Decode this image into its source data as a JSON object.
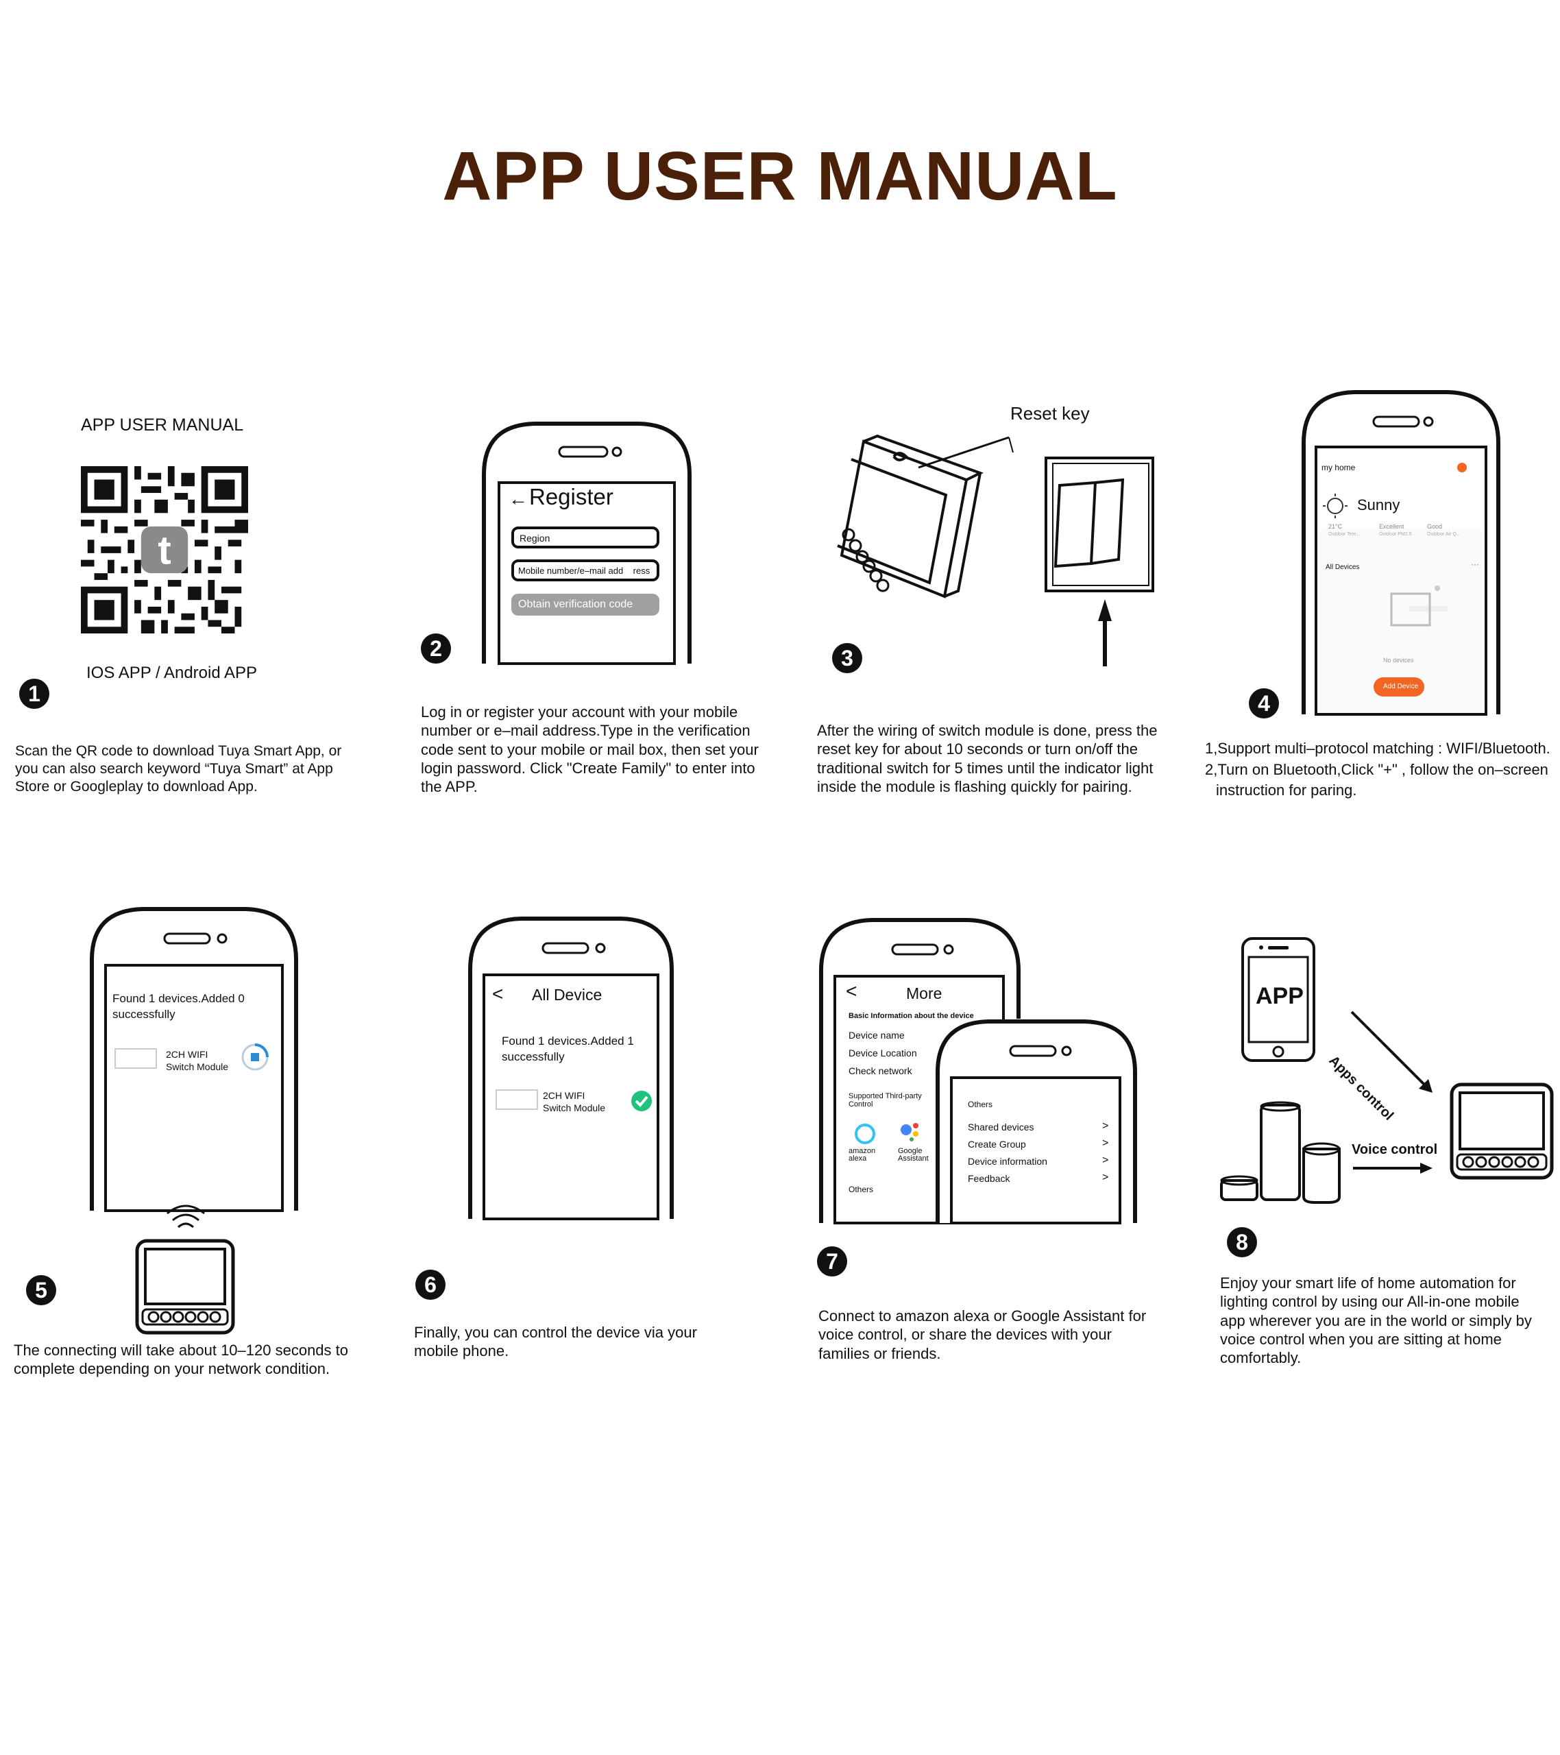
{
  "page": {
    "title": "APP USER MANUAL",
    "title_color": "#4a2008"
  },
  "steps": [
    {
      "num": "1",
      "header": "APP USER MANUAL",
      "qr_caption": "IOS APP / Android APP",
      "text": "Scan the QR code to download Tuya Smart App, or you can also search keyword “Tuya Smart” at App Store or Googleplay to download App."
    },
    {
      "num": "2",
      "text": "Log in or register your account with your mobile number or e–mail address.Type in the verification code sent to your mobile or mail box, then set your login password. Click \"Create Family\" to enter into the APP.",
      "screen": {
        "title": "Register",
        "region_placeholder": "Region",
        "mobile_placeholder": "Mobile number/e–mail add    ress",
        "code_button": "Obtain verification code"
      }
    },
    {
      "num": "3",
      "reset_label": "Reset key",
      "text": "After the wiring of switch module is done, press the reset key for about 10 seconds or turn on/off the traditional switch for 5 times until the indicator light inside the module is flashing quickly for pairing."
    },
    {
      "num": "4",
      "line1": "1,Support multi–protocol matching : WIFI/Bluetooth.",
      "line2": "2,Turn on Bluetooth,Click \"+\" , follow the on–screen",
      "line3": "instruction for paring.",
      "screen": {
        "home": "my home",
        "weather": "Sunny",
        "temp": "21°C",
        "temp_label": "Outdoor Tem...",
        "pm": "Excellent",
        "pm_label": "Outdoor PM2.5",
        "air": "Good",
        "air_label": "Outdoor Air Q...",
        "all_devices": "All Devices",
        "no_devices": "No devices",
        "add_device": "Add Device",
        "accent": "#f26522"
      }
    },
    {
      "num": "5",
      "text": "The connecting will take about 10–120 seconds to complete depending on your network condition.",
      "screen": {
        "found": "Found 1 devices.Added 0 successfully",
        "device_line1": "2CH WIFI",
        "device_line2": "Switch Module"
      }
    },
    {
      "num": "6",
      "text": "Finally, you can control  the device via your mobile phone.",
      "screen": {
        "title": "All Device",
        "found": "Found 1 devices.Added 1 successfully",
        "device_line1": "2CH WIFI",
        "device_line2": "Switch Module",
        "check_color": "#1fc37d"
      }
    },
    {
      "num": "7",
      "text": "Connect to amazon alexa or Google Assistant for voice control, or share the devices with your families or friends.",
      "screen_back": {
        "title": "More",
        "section": "Basic Information about the device",
        "items": [
          "Device name",
          "Device Location",
          "Check network"
        ],
        "third_party": "Supported Third-party Control",
        "alexa": "amazon alexa",
        "google": "Google Assistant",
        "others": "Others"
      },
      "screen_front": {
        "others": "Others",
        "items": [
          "Shared devices",
          "Create Group",
          "Device information",
          "Feedback"
        ]
      }
    },
    {
      "num": "8",
      "app_label": "APP",
      "apps_control": "Apps control",
      "voice_control": "Voice control",
      "text": "Enjoy your smart life of home automation for lighting control by using our All-in-one mobile app wherever you are in the world or simply by voice control when you are sitting at home comfortably."
    }
  ]
}
